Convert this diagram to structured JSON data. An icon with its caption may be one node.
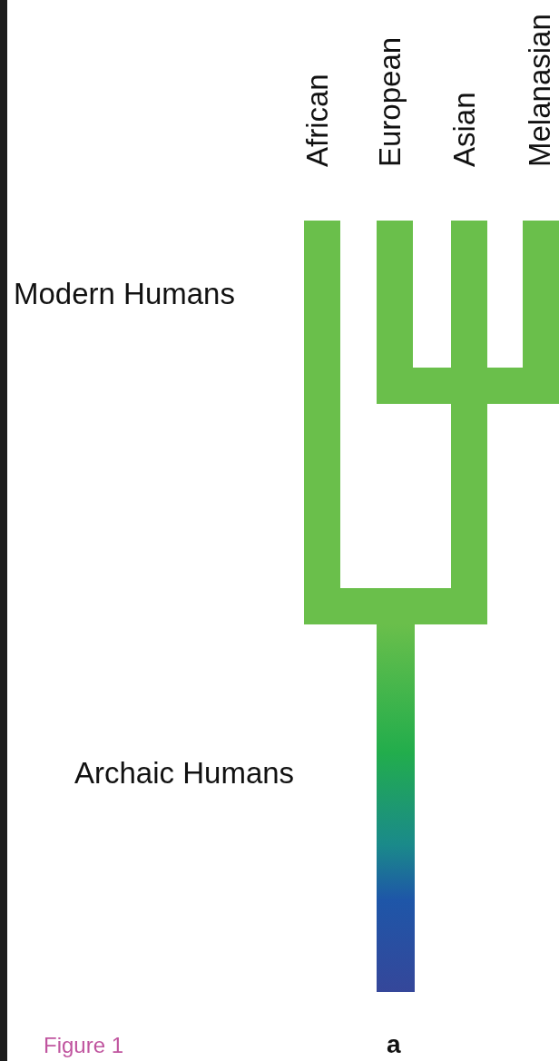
{
  "diagram": {
    "labels": [
      "African",
      "European",
      "Asian",
      "Melanasian",
      "Modern Humans",
      "Archaic Humans",
      "Figure 1",
      "a"
    ]
  }
}
